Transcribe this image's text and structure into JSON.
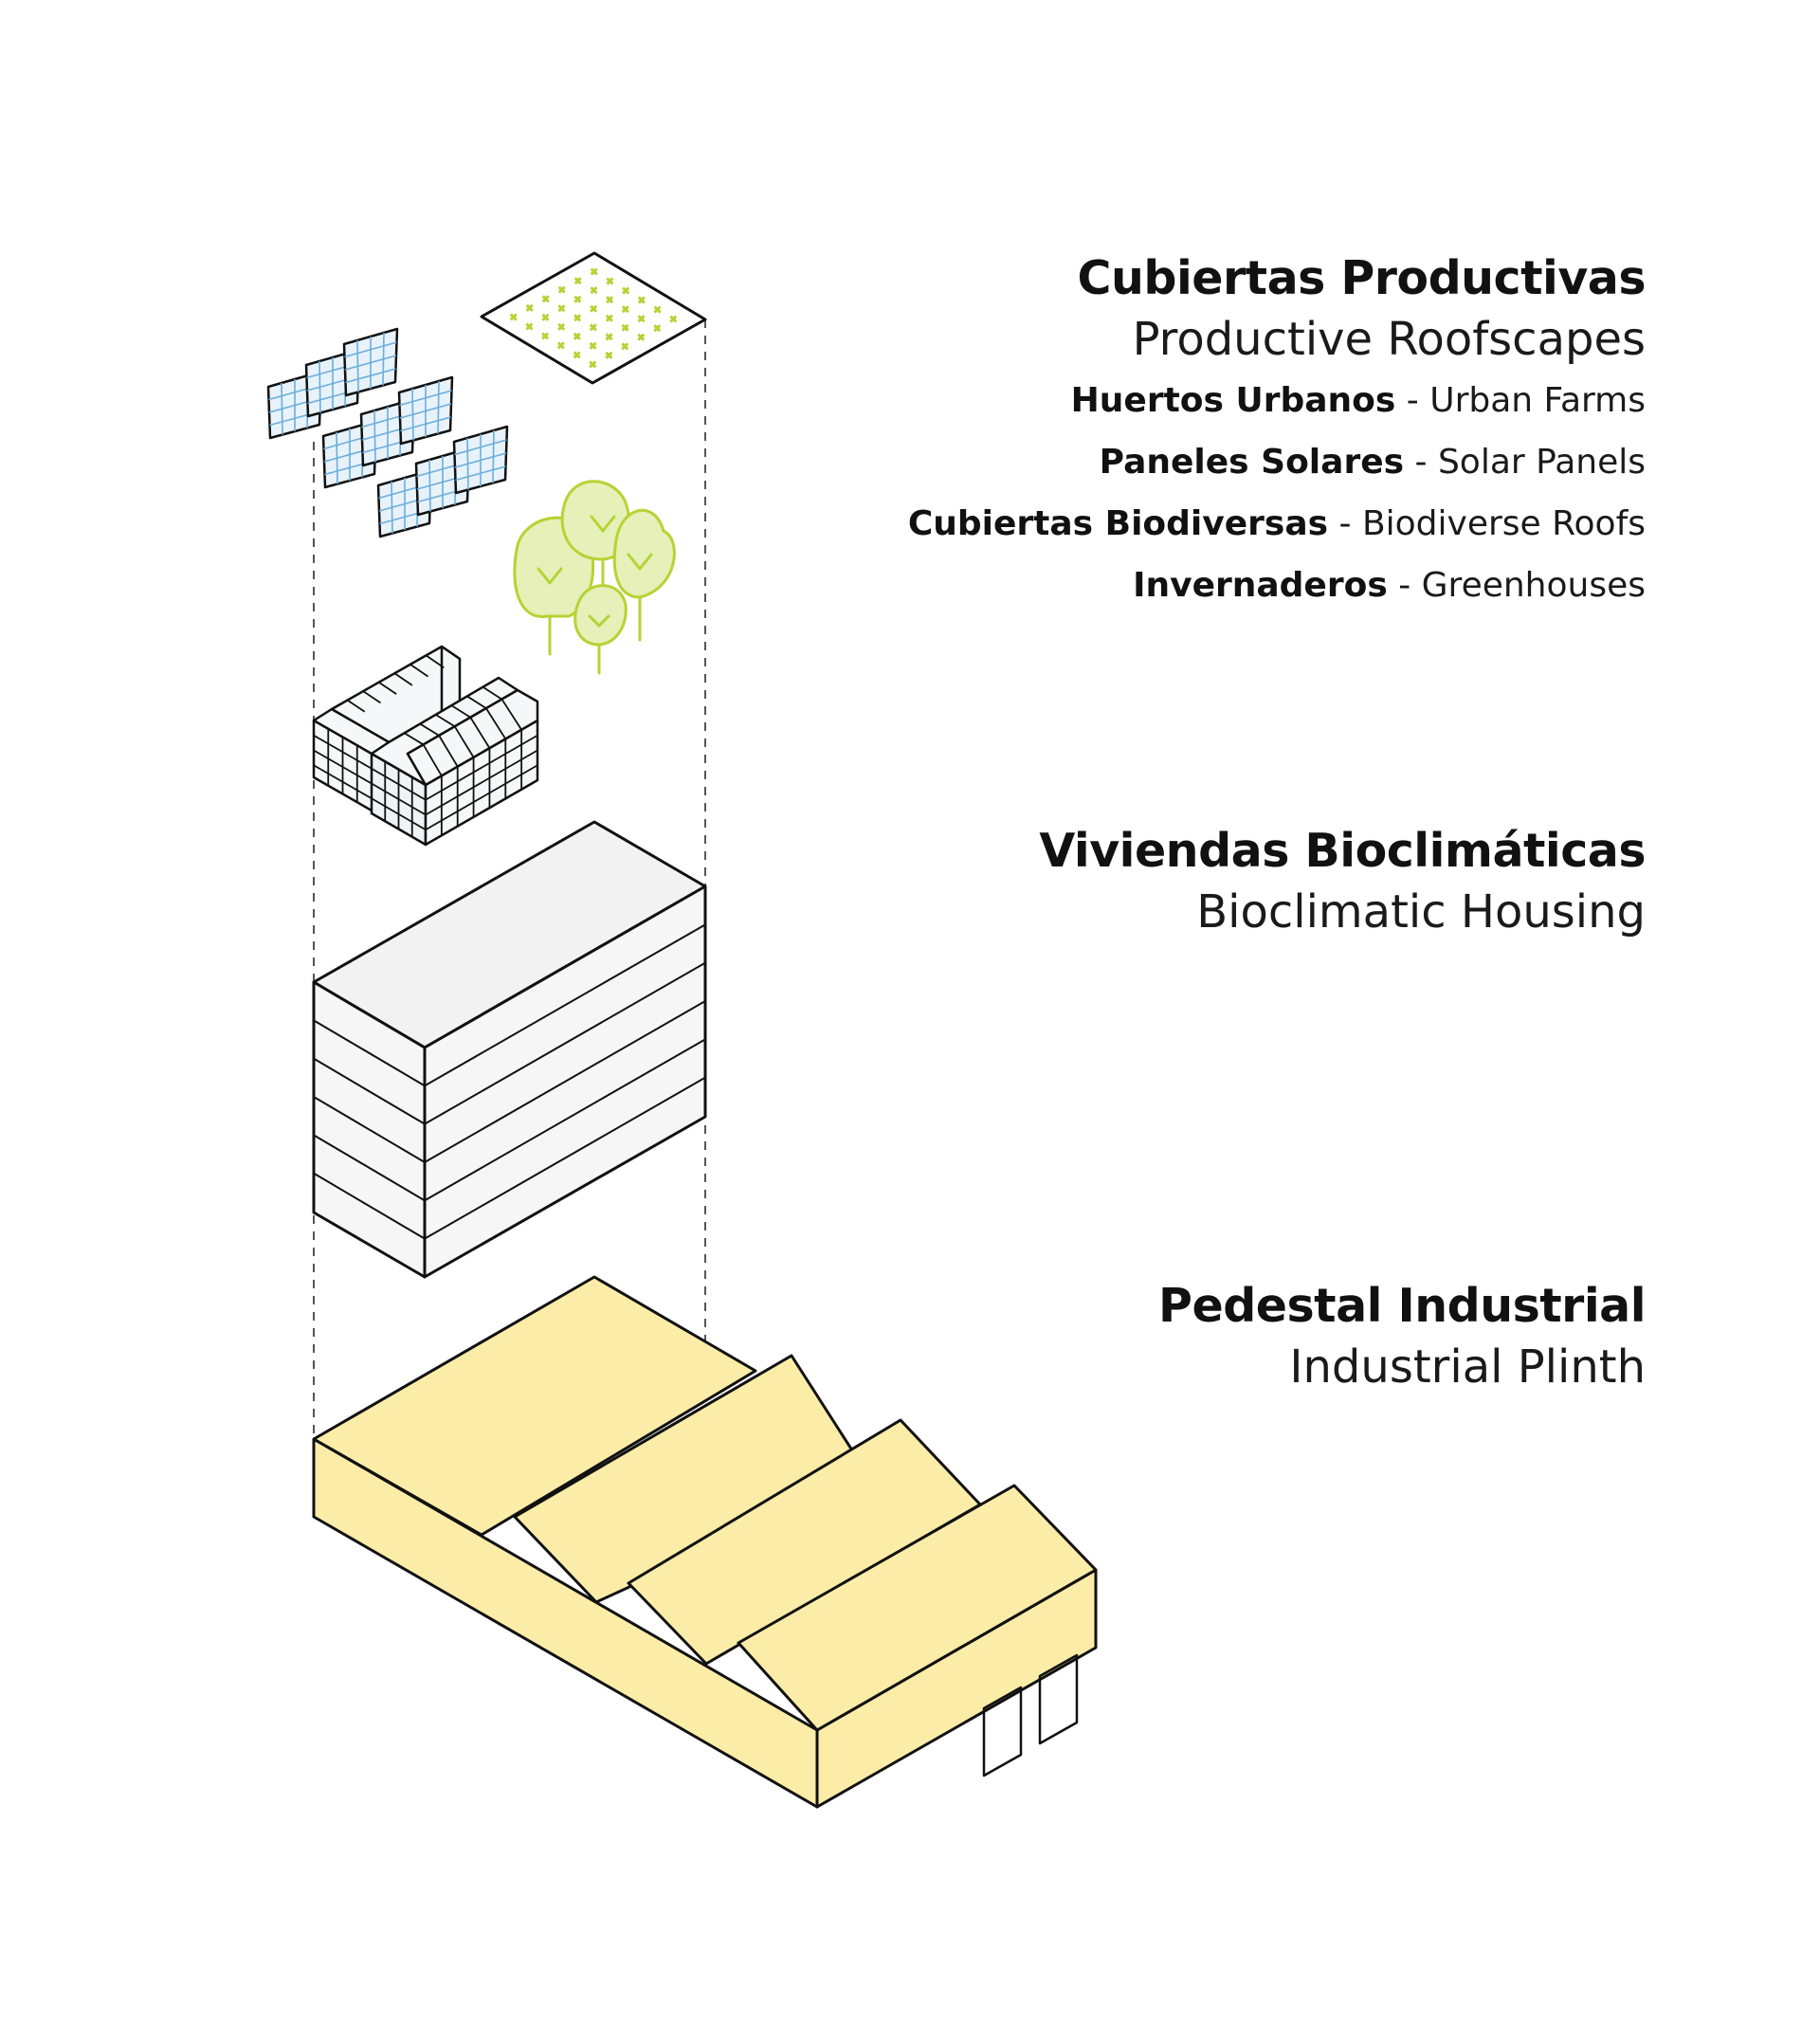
{
  "layers": {
    "roofs": {
      "title": "Cubiertas Productivas",
      "subtitle": "Productive Roofscapes",
      "items": [
        {
          "es": "Huertos Urbanos",
          "sep": " - ",
          "en": "Urban Farms"
        },
        {
          "es": "Paneles Solares",
          "sep": " - ",
          "en": "Solar Panels"
        },
        {
          "es": "Cubiertas Biodiversas",
          "sep": " - ",
          "en": "Biodiverse Roofs"
        },
        {
          "es": "Invernaderos",
          "sep": " - ",
          "en": "Greenhouses"
        }
      ]
    },
    "housing": {
      "title": "Viviendas Bioclimáticas",
      "subtitle": "Bioclimatic Housing"
    },
    "plinth": {
      "title": "Pedestal Industrial",
      "subtitle": "Industrial Plinth"
    }
  },
  "colors": {
    "stroke": "#111111",
    "plinth_fill": "#fbeca8",
    "housing_top": "#f2f2f2",
    "housing_side": "#f6f6f6",
    "tree": "#b5d334",
    "tree_fill": "#e6f0b8",
    "solar_grid": "#6aaedc",
    "solar_fill": "#e8f2fa",
    "farm_mark": "#b5d334",
    "greenhouse_fill": "#f5f8f9"
  },
  "icons": [
    "solar-panel-icon",
    "urban-farm-icon",
    "tree-icon",
    "greenhouse-icon"
  ]
}
